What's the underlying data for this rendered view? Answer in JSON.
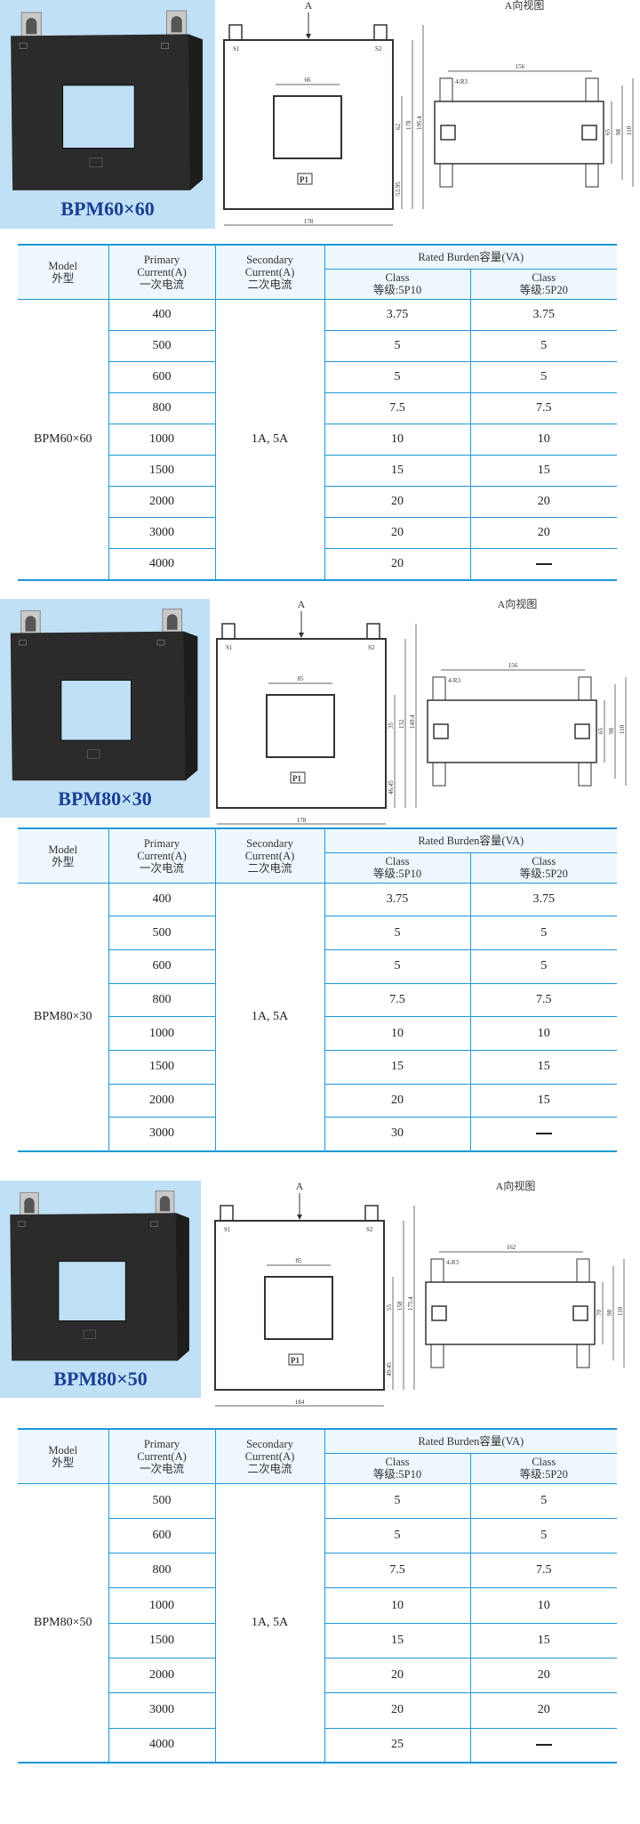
{
  "colors": {
    "accent_border": "#1a98d5",
    "header_bg": "#eef7fd",
    "photo_bg": "#bfe0f5",
    "caption": "#1b3f93"
  },
  "table_headers": {
    "model": [
      "Model",
      "外型"
    ],
    "primary": [
      "Primary",
      "Current(A)",
      "一次电流"
    ],
    "secondary": [
      "Secondary",
      "Current(A)",
      "二次电流"
    ],
    "rated_burden": "Rated Burden容量(VA)",
    "class_5p10": [
      "Class",
      "等级:5P10"
    ],
    "class_5p20": [
      "Class",
      "等级:5P20"
    ]
  },
  "products": [
    {
      "model": "BPM60×60",
      "drawing": {
        "arrow_label": "A",
        "side_view_title": "A向视图",
        "window_width": "66",
        "window_height": "62",
        "inner_height": "178",
        "total_height": "195.4",
        "bottom_offset": "53.95",
        "overall_width": "178",
        "terminal_p1": "P1",
        "terminal_s1": "S1",
        "terminal_s2": "S2",
        "side_width": "156",
        "side_radius": "4-R3",
        "side_h1": "65",
        "side_h2": "98",
        "side_h3": "110"
      },
      "secondary": "1A, 5A",
      "rows": [
        {
          "primary": "400",
          "p10": "3.75",
          "p20": "3.75"
        },
        {
          "primary": "500",
          "p10": "5",
          "p20": "5"
        },
        {
          "primary": "600",
          "p10": "5",
          "p20": "5"
        },
        {
          "primary": "800",
          "p10": "7.5",
          "p20": "7.5"
        },
        {
          "primary": "1000",
          "p10": "10",
          "p20": "10"
        },
        {
          "primary": "1500",
          "p10": "15",
          "p20": "15"
        },
        {
          "primary": "2000",
          "p10": "20",
          "p20": "20"
        },
        {
          "primary": "3000",
          "p10": "20",
          "p20": "20"
        },
        {
          "primary": "4000",
          "p10": "20",
          "p20": "—"
        }
      ]
    },
    {
      "model": "BPM80×30",
      "drawing": {
        "arrow_label": "A",
        "side_view_title": "A向视图",
        "window_width": "85",
        "window_height": "35",
        "inner_height": "132",
        "total_height": "149.4",
        "bottom_offset": "46.45",
        "overall_width": "178",
        "terminal_p1": "P1",
        "terminal_s1": "S1",
        "terminal_s2": "S2",
        "side_width": "156",
        "side_radius": "4-R3",
        "side_h1": "65",
        "side_h2": "98",
        "side_h3": "110"
      },
      "secondary": "1A, 5A",
      "rows": [
        {
          "primary": "400",
          "p10": "3.75",
          "p20": "3.75"
        },
        {
          "primary": "500",
          "p10": "5",
          "p20": "5"
        },
        {
          "primary": "600",
          "p10": "5",
          "p20": "5"
        },
        {
          "primary": "800",
          "p10": "7.5",
          "p20": "7.5"
        },
        {
          "primary": "1000",
          "p10": "10",
          "p20": "10"
        },
        {
          "primary": "1500",
          "p10": "15",
          "p20": "15"
        },
        {
          "primary": "2000",
          "p10": "20",
          "p20": "15"
        },
        {
          "primary": "3000",
          "p10": "30",
          "p20": "—"
        }
      ]
    },
    {
      "model": "BPM80×50",
      "drawing": {
        "arrow_label": "A",
        "side_view_title": "A向视图",
        "window_width": "85",
        "window_height": "55",
        "inner_height": "158",
        "total_height": "175.4",
        "bottom_offset": "49.45",
        "overall_width": "184",
        "terminal_p1": "P1",
        "terminal_s1": "S1",
        "terminal_s2": "S2",
        "side_width": "162",
        "side_radius": "4-R3",
        "side_h1": "70",
        "side_h2": "98",
        "side_h3": "110"
      },
      "secondary": "1A, 5A",
      "rows": [
        {
          "primary": "500",
          "p10": "5",
          "p20": "5"
        },
        {
          "primary": "600",
          "p10": "5",
          "p20": "5"
        },
        {
          "primary": "800",
          "p10": "7.5",
          "p20": "7.5"
        },
        {
          "primary": "1000",
          "p10": "10",
          "p20": "10"
        },
        {
          "primary": "1500",
          "p10": "15",
          "p20": "15"
        },
        {
          "primary": "2000",
          "p10": "20",
          "p20": "20"
        },
        {
          "primary": "3000",
          "p10": "20",
          "p20": "20"
        },
        {
          "primary": "4000",
          "p10": "25",
          "p20": "—"
        }
      ]
    }
  ]
}
